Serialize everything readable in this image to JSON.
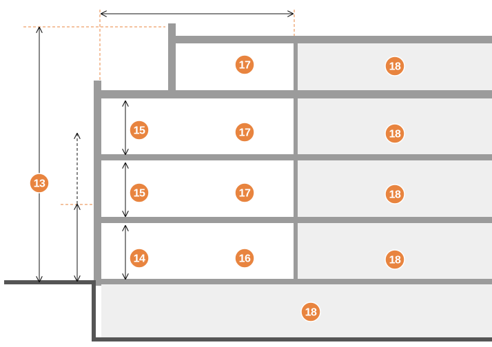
{
  "colors": {
    "wall": "#9b9b9b",
    "ground": "#555555",
    "fill_light": "#efefef",
    "badge": "#e8843f",
    "badge_text": "#ffffff",
    "dim_line": "#111111",
    "dim_guide": "#e8843f"
  },
  "labels": {
    "upper_left": "17",
    "upper_right": "18",
    "floor3_height": "15",
    "floor3_left": "17",
    "floor3_right": "18",
    "floor2_height": "15",
    "floor2_left": "17",
    "floor2_right": "18",
    "floor1_height": "14",
    "floor1_left": "16",
    "floor1_right": "18",
    "basement": "18",
    "total_height": "13"
  }
}
